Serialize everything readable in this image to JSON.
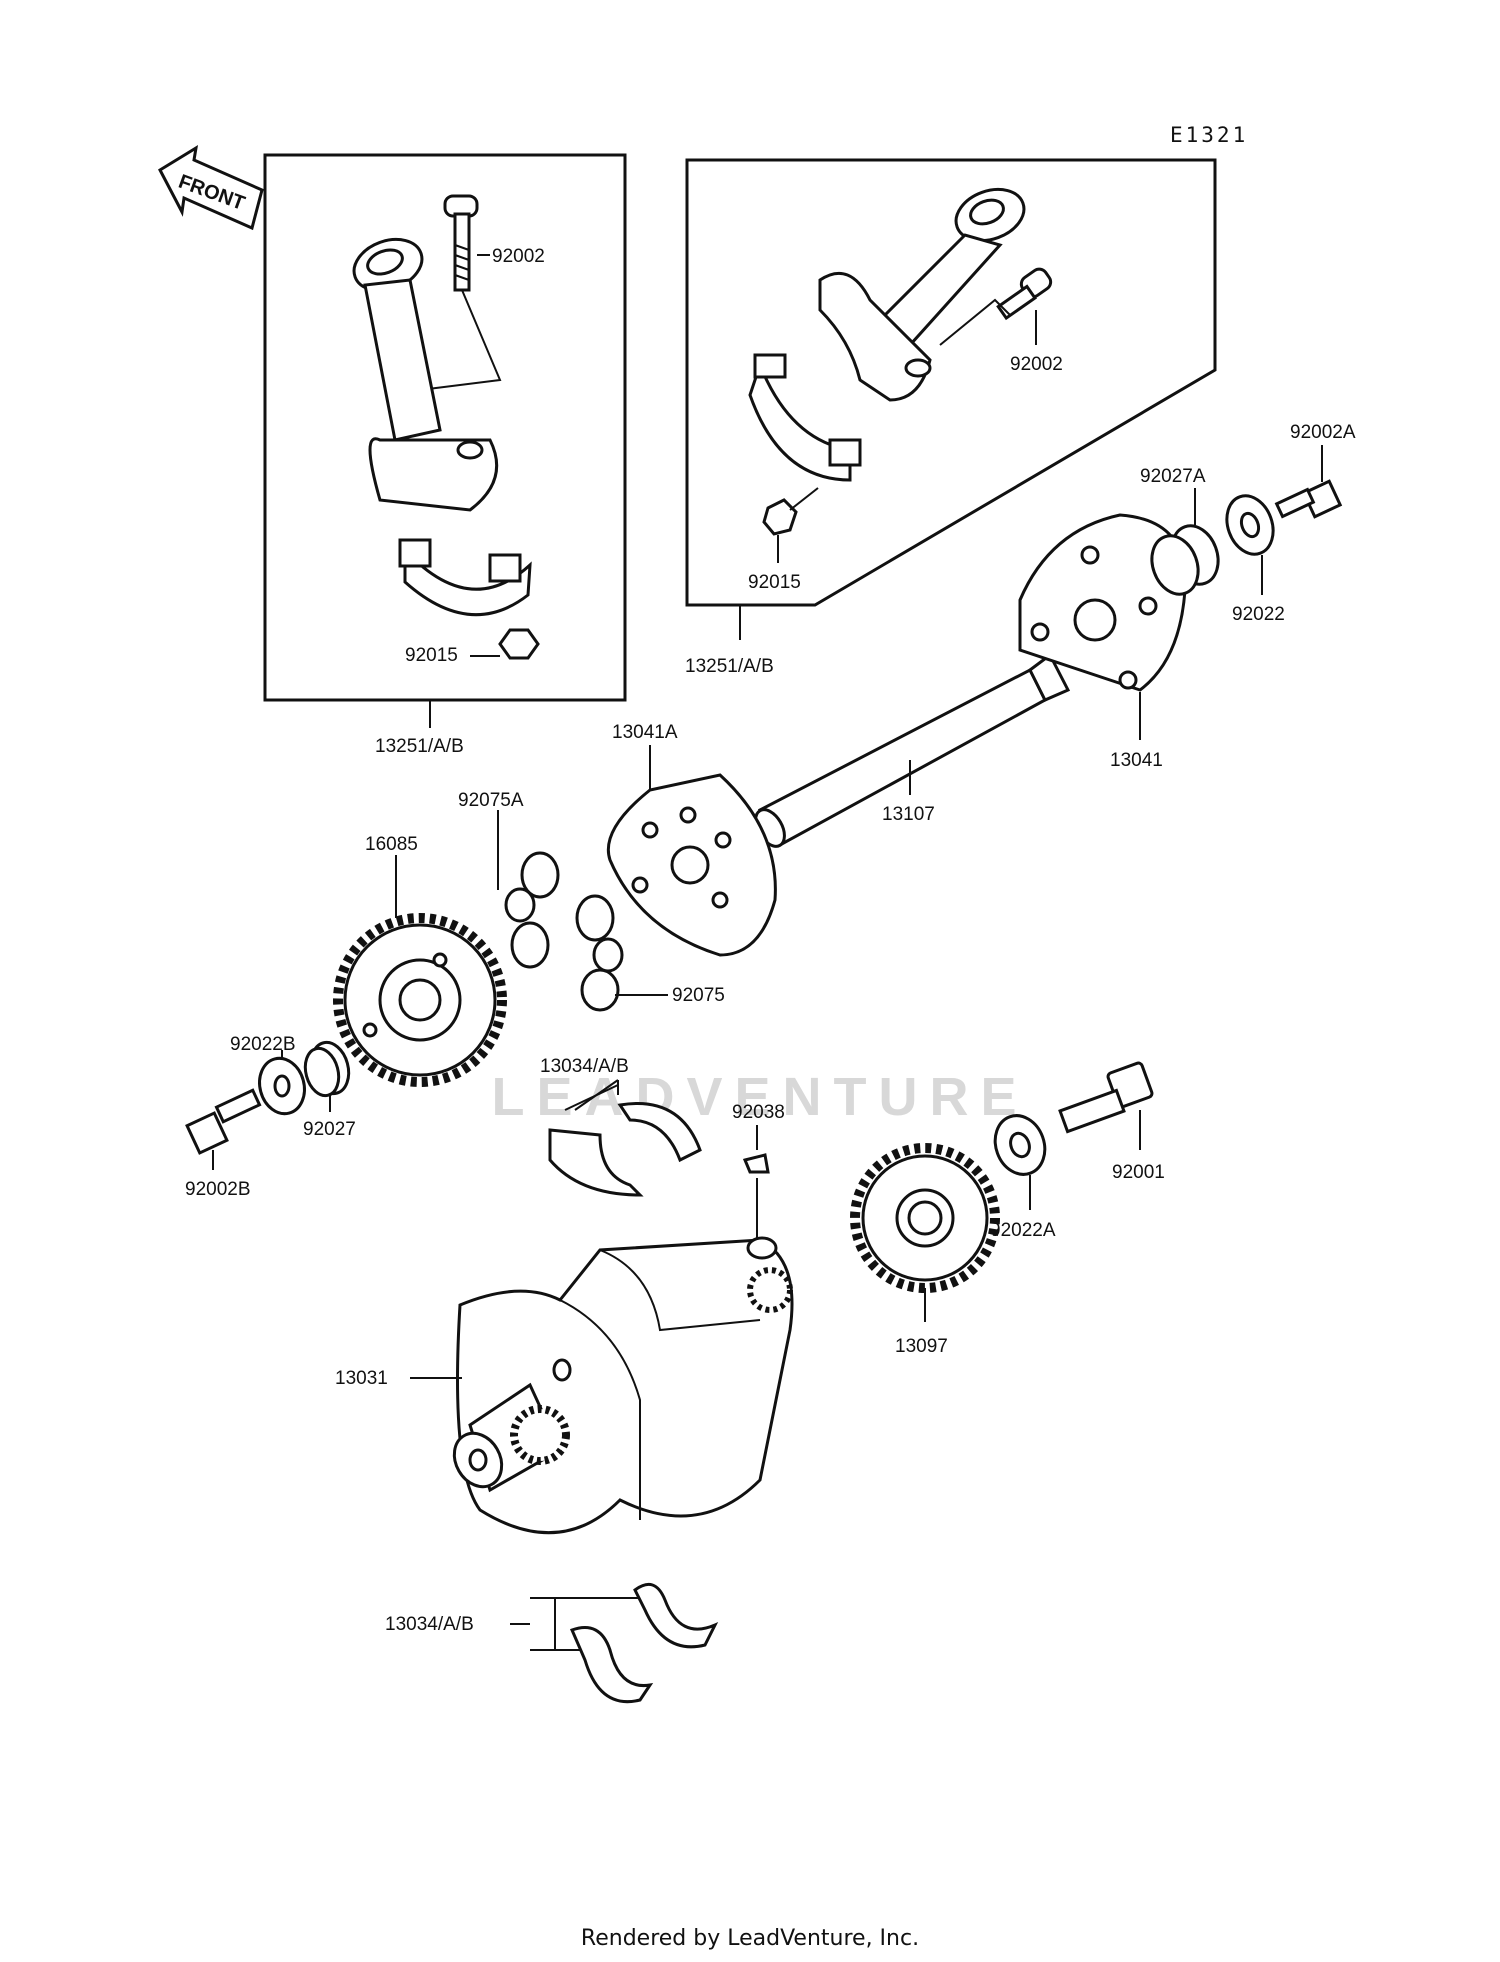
{
  "diagram_code": "E1321",
  "front_arrow_label": "FRONT",
  "watermark": "LEADVENTURE",
  "footer": "Rendered by LeadVenture, Inc.",
  "callouts": {
    "l_92002": "92002",
    "l_92015_left": "92015",
    "l_13251_left": "13251/A/B",
    "r_92002": "92002",
    "r_92015": "92015",
    "r_13251": "13251/A/B",
    "c_92002A": "92002A",
    "c_92027A": "92027A",
    "c_92022": "92022",
    "c_13041": "13041",
    "c_13107": "13107",
    "c_13041A": "13041A",
    "c_92075A": "92075A",
    "c_92075": "92075",
    "c_16085": "16085",
    "c_92022B": "92022B",
    "c_92027": "92027",
    "c_92002B": "92002B",
    "c_13034_top": "13034/A/B",
    "c_92038": "92038",
    "c_92001": "92001",
    "c_92022A": "92022A",
    "c_13097": "13097",
    "c_13031": "13031",
    "c_13034_bottom": "13034/A/B"
  }
}
